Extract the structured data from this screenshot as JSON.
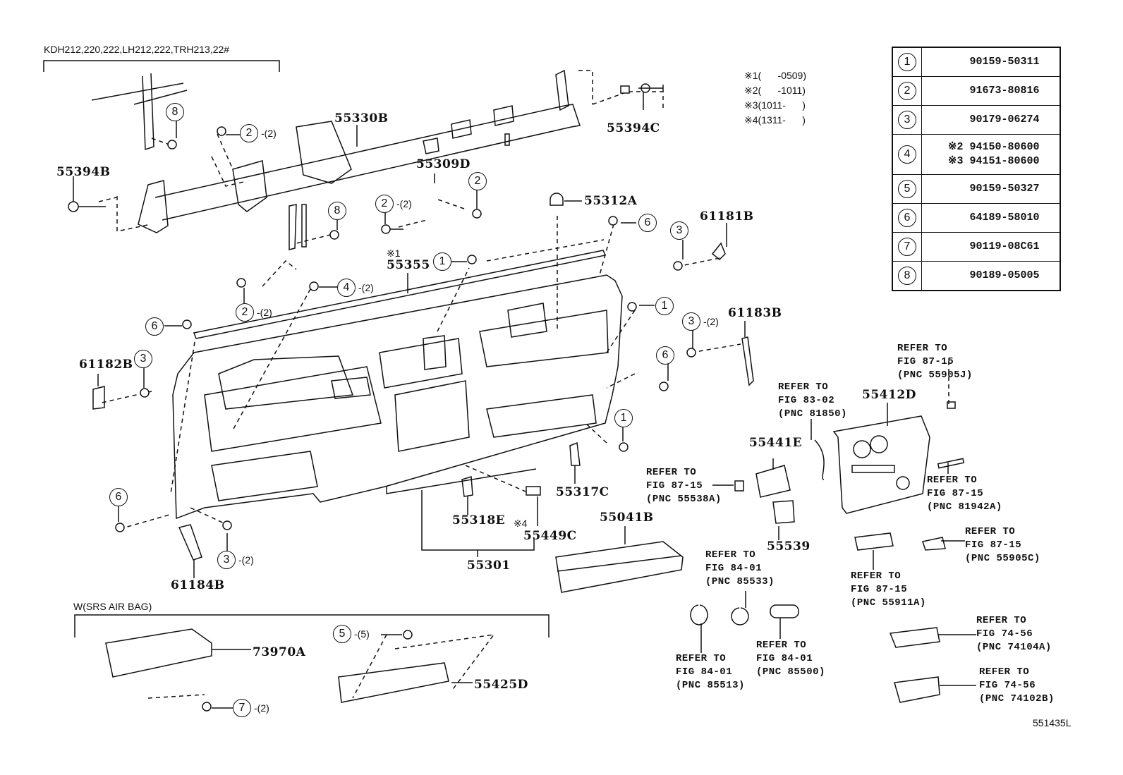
{
  "header": {
    "applicability": "KDH212,220,222,LH212,222,TRH213,22#",
    "srs_section": "W(SRS AIR BAG)",
    "figure_code": "551435L"
  },
  "date_notes": [
    {
      "mark": "※1",
      "range": "(      -0509)"
    },
    {
      "mark": "※2",
      "range": "(      -1011)"
    },
    {
      "mark": "※3",
      "range": "(1011-      )"
    },
    {
      "mark": "※4",
      "range": "(1311-      )"
    }
  ],
  "legend": [
    {
      "num": "1",
      "parts": [
        "90159-50311"
      ]
    },
    {
      "num": "2",
      "parts": [
        "91673-80816"
      ]
    },
    {
      "num": "3",
      "parts": [
        "90179-06274"
      ]
    },
    {
      "num": "4",
      "parts": [
        "※2 94150-80600",
        "※3 94151-80600"
      ]
    },
    {
      "num": "5",
      "parts": [
        "90159-50327"
      ]
    },
    {
      "num": "6",
      "parts": [
        "64189-58010"
      ]
    },
    {
      "num": "7",
      "parts": [
        "90119-08C61"
      ]
    },
    {
      "num": "8",
      "parts": [
        "90189-05005"
      ]
    }
  ],
  "part_labels": {
    "p55330B": "55330B",
    "p55394B": "55394B",
    "p55394C": "55394C",
    "p55309D": "55309D",
    "p55312A": "55312A",
    "p61181B": "61181B",
    "p55355_note": "※1",
    "p55355": "55355",
    "p61183B": "61183B",
    "p61182B": "61182B",
    "p55412D": "55412D",
    "p55441E": "55441E",
    "p55317C": "55317C",
    "p55318E": "55318E",
    "p55449C_note": "※4",
    "p55449C": "55449C",
    "p55301": "55301",
    "p55041B": "55041B",
    "p55539": "55539",
    "p61184B": "61184B",
    "p73970A": "73970A",
    "p55425D": "55425D"
  },
  "callouts": {
    "c8a": "8",
    "c2a": "2",
    "c2a_qty": "-(2)",
    "c2b": "2",
    "c2b_qty": "-(2)",
    "c2c": "2",
    "c8b": "8",
    "c6a": "6",
    "c3a": "3",
    "c1a": "1",
    "c4": "4",
    "c4_qty": "-(2)",
    "c2d": "2",
    "c2d_qty": "-(2)",
    "c6b": "6",
    "c3b": "3",
    "c1b": "1",
    "c3c": "3",
    "c3c_qty": "-(2)",
    "c6c": "6",
    "c1c": "1",
    "c6d": "6",
    "c3d": "3",
    "c3d_qty": "-(2)",
    "c5": "5",
    "c5_qty": "-(5)",
    "c7": "7",
    "c7_qty": "-(2)"
  },
  "references": [
    {
      "id": "r81850",
      "text": "REFER TO\nFIG 83-02\n(PNC 81850)"
    },
    {
      "id": "r55905J",
      "text": "REFER TO\nFIG 87-15\n(PNC 55905J)"
    },
    {
      "id": "r55538A",
      "text": "REFER TO\nFIG 87-15\n(PNC 55538A)"
    },
    {
      "id": "r81942A",
      "text": "REFER TO\nFIG 87-15\n(PNC 81942A)"
    },
    {
      "id": "r55905C",
      "text": "REFER TO\nFIG 87-15\n(PNC 55905C)"
    },
    {
      "id": "r85533",
      "text": "REFER TO\nFIG 84-01\n(PNC 85533)"
    },
    {
      "id": "r55911A",
      "text": "REFER TO\nFIG 87-15\n(PNC 55911A)"
    },
    {
      "id": "r85500",
      "text": "REFER TO\nFIG 84-01\n(PNC 85500)"
    },
    {
      "id": "r85513",
      "text": "REFER TO\nFIG 84-01\n(PNC 85513)"
    },
    {
      "id": "r74104A",
      "text": "REFER TO\nFIG 74-56\n(PNC 74104A)"
    },
    {
      "id": "r74102B",
      "text": "REFER TO\nFIG 74-56\n(PNC 74102B)"
    }
  ]
}
